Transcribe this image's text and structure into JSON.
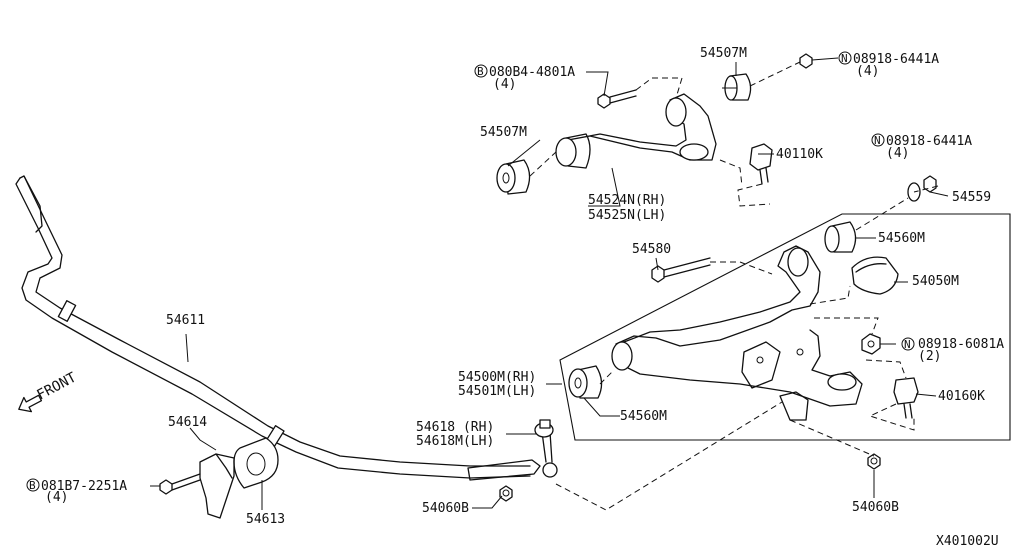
{
  "labels": {
    "p54507M_top": "54507M",
    "p08918_top": "08918-6441A",
    "p08918_top_q": "(4)",
    "p080B4": "080B4-4801A",
    "p080B4_q": "(4)",
    "p54507M_left": "54507M",
    "p40110K": "40110K",
    "p08918_mid": "08918-6441A",
    "p08918_mid_q": "(4)",
    "p54559": "54559",
    "p54524N": "54524N(RH)",
    "p54525N": "54525N(LH)",
    "p54560M_top": "54560M",
    "p54580": "54580",
    "p54050M": "54050M",
    "p54611": "54611",
    "p08918_low": "08918-6081A",
    "p08918_low_q": "(2)",
    "p54500M": "54500M(RH)",
    "p54501M": "54501M(LH)",
    "p40160K": "40160K",
    "p54560M_low": "54560M",
    "p54614": "54614",
    "p54618": "54618 (RH)",
    "p54618M": "54618M(LH)",
    "p081B7": "081B7-2251A",
    "p081B7_q": "(4)",
    "p54613": "54613",
    "p54060B_left": "54060B",
    "p54060B_right": "54060B",
    "front": "FRONT",
    "ref": "X401002U"
  },
  "prefix_symbols": {
    "bolt": "B",
    "nut": "N"
  }
}
